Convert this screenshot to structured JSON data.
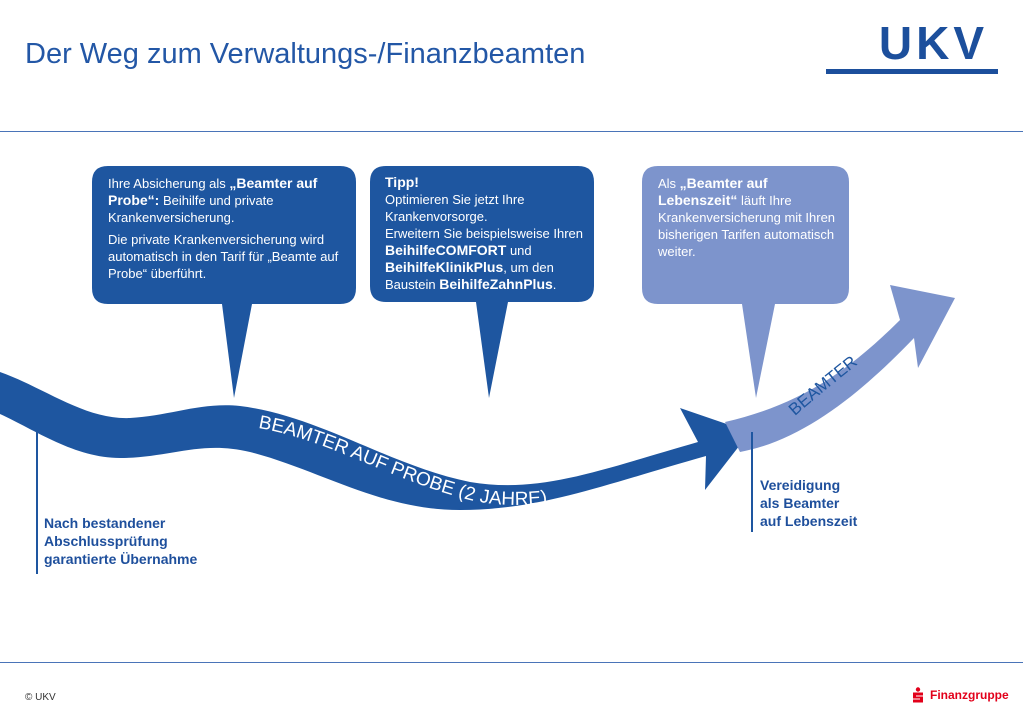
{
  "header": {
    "title": "Der Weg zum Verwaltungs-/Finanzbeamten",
    "logo_text": "UKV"
  },
  "colors": {
    "primary": "#1e56a0",
    "light": "#7d94cc",
    "footer_red": "#e2001a"
  },
  "bubbles": [
    {
      "p1_pre": "Ihre Absicherung als ",
      "p1_bold": "„Beamter auf Probe“:",
      "p1_post": " Beihilfe und private Krankenversicherung.",
      "p2": "Die private Krankenversicherung wird automatisch in den Tarif für „Beamte auf Probe“ überführt."
    },
    {
      "title": "Tipp!",
      "line1": "Optimieren Sie jetzt Ihre Krankenvorsorge.",
      "line2_pre": "Erweitern Sie beispielsweise Ihren ",
      "bold1": "BeihilfeCOMFORT",
      "and": " und ",
      "bold2": "BeihilfeKlinikPlus",
      "mid": ", um den Baustein ",
      "bold3": "BeihilfeZahnPlus",
      "end": "."
    },
    {
      "pre": "Als ",
      "bold": "„Beamter auf Lebenszeit“",
      "post": " läuft Ihre Krankenversicherung mit Ihren bisherigen Tarifen automatisch weiter."
    }
  ],
  "arrows": {
    "main_label": "BEAMTER AUF PROBE (2 JAHRE)",
    "second_label": "BEAMTER"
  },
  "milestones": {
    "start": [
      "Nach bestandener",
      "Abschlussprüfung",
      "garantierte Übernahme"
    ],
    "end": [
      "Vereidigung",
      "als Beamter",
      "auf Lebenszeit"
    ]
  },
  "footer": {
    "copyright": "© UKV",
    "brand": "Finanzgruppe",
    "brand_icon": "sparkasse-s-icon"
  }
}
